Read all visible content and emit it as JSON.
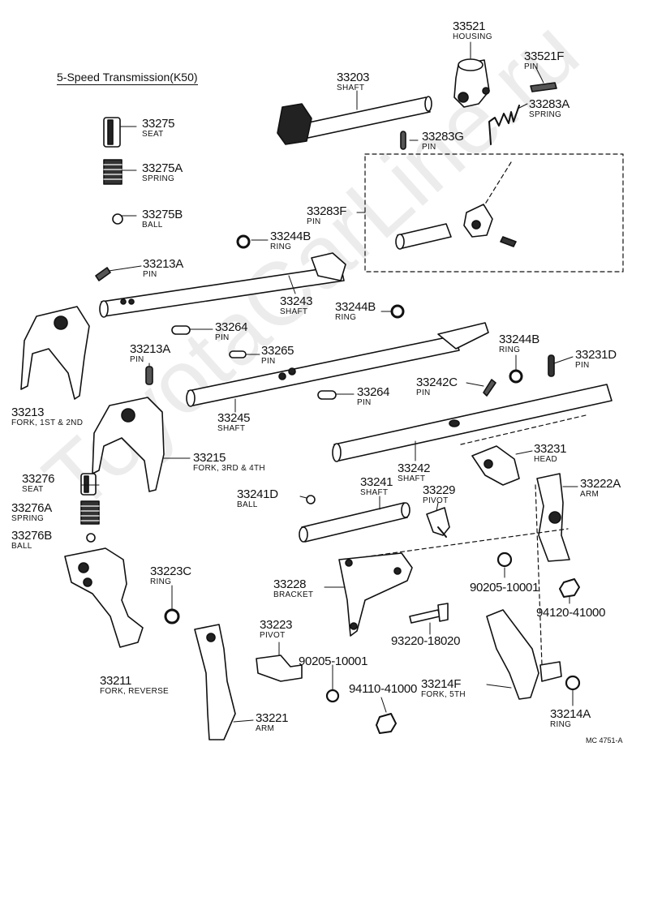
{
  "title": "5-Speed Transmission(K50)",
  "diagram_code": "MC 4751-A",
  "watermark": "ToyotaCarLine.ru",
  "parts": [
    {
      "id": "p33521",
      "number": "33521",
      "desc": "HOUSING"
    },
    {
      "id": "p33521F",
      "number": "33521F",
      "desc": "PIN"
    },
    {
      "id": "p33203",
      "number": "33203",
      "desc": "SHAFT"
    },
    {
      "id": "p33283A",
      "number": "33283A",
      "desc": "SPRING"
    },
    {
      "id": "p33283G",
      "number": "33283G",
      "desc": "PIN"
    },
    {
      "id": "p33283F",
      "number": "33283F",
      "desc": "PIN"
    },
    {
      "id": "p33275",
      "number": "33275",
      "desc": "SEAT"
    },
    {
      "id": "p33275A",
      "number": "33275A",
      "desc": "SPRING"
    },
    {
      "id": "p33275B",
      "number": "33275B",
      "desc": "BALL"
    },
    {
      "id": "p33244B_1",
      "number": "33244B",
      "desc": "RING"
    },
    {
      "id": "p33213A_1",
      "number": "33213A",
      "desc": "PIN"
    },
    {
      "id": "p33243",
      "number": "33243",
      "desc": "SHAFT"
    },
    {
      "id": "p33244B_2",
      "number": "33244B",
      "desc": "RING"
    },
    {
      "id": "p33264_1",
      "number": "33264",
      "desc": "PIN"
    },
    {
      "id": "p33265",
      "number": "33265",
      "desc": "PIN"
    },
    {
      "id": "p33213A_2",
      "number": "33213A",
      "desc": "PIN"
    },
    {
      "id": "p33244B_3",
      "number": "33244B",
      "desc": "RING"
    },
    {
      "id": "p33231D",
      "number": "33231D",
      "desc": "PIN"
    },
    {
      "id": "p33242C",
      "number": "33242C",
      "desc": "PIN"
    },
    {
      "id": "p33264_2",
      "number": "33264",
      "desc": "PIN"
    },
    {
      "id": "p33213",
      "number": "33213",
      "desc": "FORK, 1ST & 2ND"
    },
    {
      "id": "p33245",
      "number": "33245",
      "desc": "SHAFT"
    },
    {
      "id": "p33215",
      "number": "33215",
      "desc": "FORK, 3RD & 4TH"
    },
    {
      "id": "p33242",
      "number": "33242",
      "desc": "SHAFT"
    },
    {
      "id": "p33231",
      "number": "33231",
      "desc": "HEAD"
    },
    {
      "id": "p33276",
      "number": "33276",
      "desc": "SEAT"
    },
    {
      "id": "p33276A",
      "number": "33276A",
      "desc": "SPRING"
    },
    {
      "id": "p33276B",
      "number": "33276B",
      "desc": "BALL"
    },
    {
      "id": "p33241D",
      "number": "33241D",
      "desc": "BALL"
    },
    {
      "id": "p33241",
      "number": "33241",
      "desc": "SHAFT"
    },
    {
      "id": "p33229",
      "number": "33229",
      "desc": "PIVOT"
    },
    {
      "id": "p33222A",
      "number": "33222A",
      "desc": "ARM"
    },
    {
      "id": "p90205a",
      "number": "90205-10001",
      "desc": ""
    },
    {
      "id": "p33223C",
      "number": "33223C",
      "desc": "RING"
    },
    {
      "id": "p33228",
      "number": "33228",
      "desc": "BRACKET"
    },
    {
      "id": "p94120",
      "number": "94120-41000",
      "desc": ""
    },
    {
      "id": "p33223",
      "number": "33223",
      "desc": "PIVOT"
    },
    {
      "id": "p93220",
      "number": "93220-18020",
      "desc": ""
    },
    {
      "id": "p90205b",
      "number": "90205-10001",
      "desc": ""
    },
    {
      "id": "p33211",
      "number": "33211",
      "desc": "FORK, REVERSE"
    },
    {
      "id": "p94110",
      "number": "94110-41000",
      "desc": ""
    },
    {
      "id": "p33214F",
      "number": "33214F",
      "desc": "FORK, 5TH"
    },
    {
      "id": "p33214A",
      "number": "33214A",
      "desc": "RING"
    },
    {
      "id": "p33221",
      "number": "33221",
      "desc": "ARM"
    }
  ]
}
